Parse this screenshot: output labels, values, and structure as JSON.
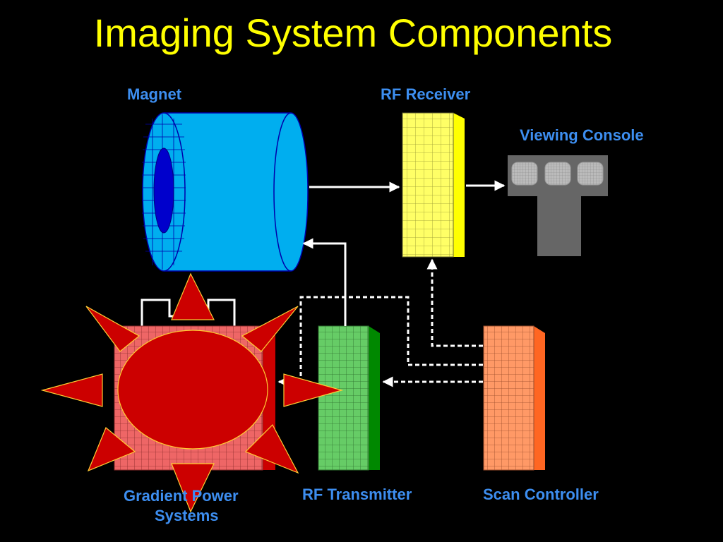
{
  "title": "Imaging System Components",
  "labels": {
    "magnet": "Magnet",
    "rf_receiver": "RF Receiver",
    "viewing_console": "Viewing Console",
    "gradient_power_line1": "Gradient Power",
    "gradient_power_line2": "Systems",
    "rf_transmitter": "RF Transmitter",
    "scan_controller": "Scan Controller"
  },
  "colors": {
    "background": "#000000",
    "title": "#ffff00",
    "label": "#3d8ef0",
    "magnet": "#00aeef",
    "magnet_bore": "#0000cc",
    "rf_receiver": "#ffff66",
    "viewing_console": "#666666",
    "rf_transmitter": "#66cc66",
    "scan_controller": "#ff9966",
    "gradient_power": "#ee6666",
    "burst": "#cc0000"
  },
  "icons": [
    "magnet-icon",
    "rf-receiver-icon",
    "viewing-console-icon",
    "rf-transmitter-icon",
    "scan-controller-icon",
    "gradient-power-icon",
    "burst-icon"
  ]
}
